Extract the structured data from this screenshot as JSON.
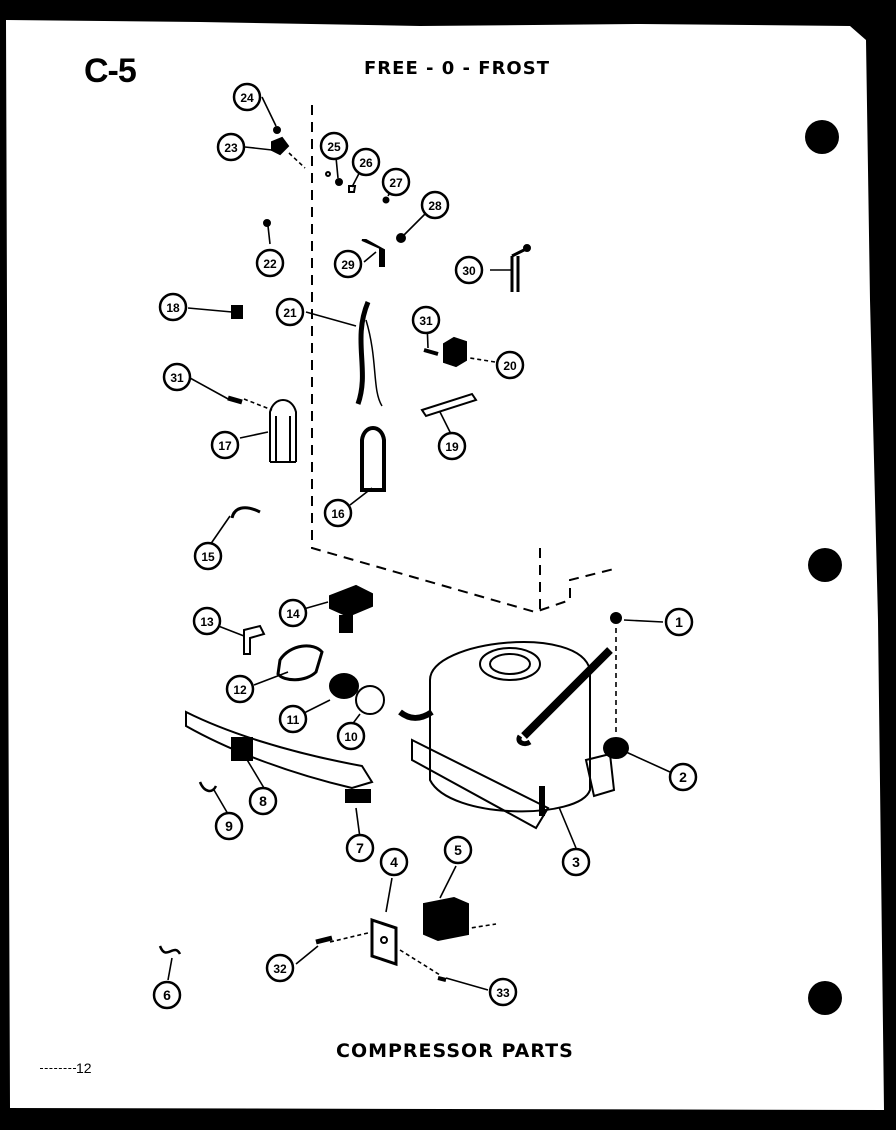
{
  "header": {
    "page_code": "C-5",
    "title": "FREE - 0 - FROST"
  },
  "caption": "COMPRESSOR PARTS",
  "page_number": "12",
  "callouts": [
    "1",
    "2",
    "3",
    "4",
    "5",
    "6",
    "7",
    "8",
    "9",
    "10",
    "11",
    "12",
    "13",
    "14",
    "15",
    "16",
    "17",
    "18",
    "19",
    "20",
    "21",
    "22",
    "23",
    "24",
    "25",
    "26",
    "27",
    "28",
    "29",
    "30",
    "31",
    "32",
    "33"
  ],
  "colors": {
    "ink": "#000000",
    "paper": "#ffffff"
  }
}
